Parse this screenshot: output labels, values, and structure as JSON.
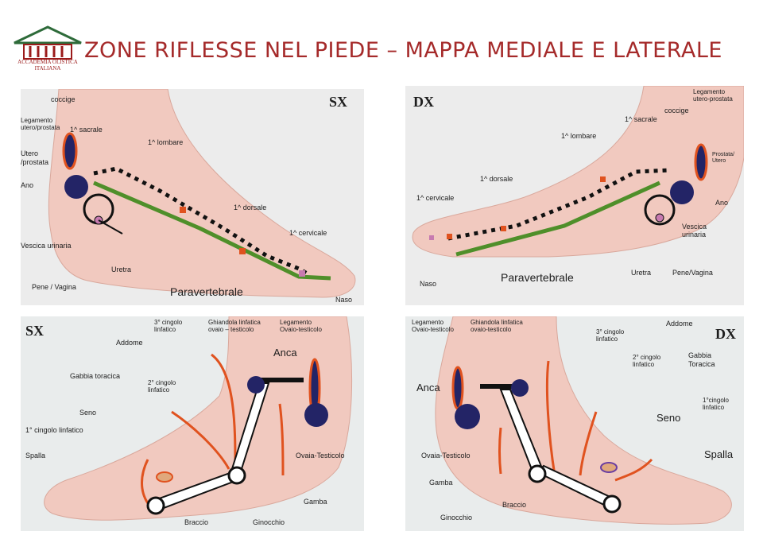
{
  "header": {
    "title": "ZONE RIFLESSE NEL PIEDE – MAPPA MEDIALE E LATERALE",
    "logo_line1": "ACCADEMIA OLISTICA",
    "logo_line2": "ITALIANA"
  },
  "colors": {
    "title": "#a52a2a",
    "skin": "#f1c9bf",
    "green": "#4f8f2a",
    "red": "#e0521f",
    "navy": "#232466"
  },
  "panels": {
    "tl": {
      "side": "SX",
      "labels": {
        "coccige": "coccige",
        "legamento": "Legamento",
        "legamento2": "utero/prostata",
        "sacrale": "1^ sacrale",
        "lombare": "1^ lombare",
        "utero": "Utero",
        "utero2": "/prostata",
        "ano": "Ano",
        "dorsale": "1^ dorsale",
        "cervicale": "1^ cervicale",
        "vescica": "Vescica urinaria",
        "uretra": "Uretra",
        "pene": "Pene / Vagina",
        "paravertebrale": "Paravertebrale",
        "naso": "Naso"
      }
    },
    "tr": {
      "side": "DX",
      "labels": {
        "legamento": "Legamento",
        "legamento2": "utero-prostata",
        "coccige": "coccige",
        "sacrale": "1^ sacrale",
        "lombare": "1^ lombare",
        "prostata": "Prostata/",
        "prostata2": "Utero",
        "dorsale": "1^ dorsale",
        "cervicale": "1^ cervicale",
        "ano": "Ano",
        "vescica": "Vescica",
        "vescica2": "urinaria",
        "naso": "Naso",
        "paravertebrale": "Paravertebrale",
        "uretra": "Uretra",
        "pene": "Pene/Vagina"
      }
    },
    "bl": {
      "side": "SX",
      "labels": {
        "cingolo3": "3° cingolo",
        "cingolo3b": "linfatico",
        "ghiandola": "Ghiandola linfatica",
        "ghiandola2": "ovaio – testicolo",
        "legamento": "Legamento",
        "legamento2": "Ovaio-testicolo",
        "addome": "Addome",
        "anca": "Anca",
        "gabbia": "Gabbia toracica",
        "cingolo2": "2° cingolo",
        "cingolo2b": "linfatico",
        "seno": "Seno",
        "cingolo1": "1° cingolo linfatico",
        "spalla": "Spalla",
        "ovaia": "Ovaia-Testicolo",
        "gamba": "Gamba",
        "braccio": "Braccio",
        "ginocchio": "Ginocchio"
      }
    },
    "br": {
      "side": "DX",
      "labels": {
        "legamento": "Legamento",
        "legamento2": "Ovaio-testicolo",
        "ghiandola": "Ghiandola linfatica",
        "ghiandola2": "ovaio-testicolo",
        "cingolo3": "3° cingolo",
        "cingolo3b": "linfatico",
        "addome": "Addome",
        "cingolo2": "2° cingolo",
        "cingolo2b": "linfatico",
        "gabbia": "Gabbia",
        "gabbia2": "Toracica",
        "anca": "Anca",
        "cingolo1": "1°cingolo",
        "cingolo1b": "linfatico",
        "seno": "Seno",
        "ovaia": "Ovaia-Testicolo",
        "spalla": "Spalla",
        "gamba": "Gamba",
        "braccio": "Braccio",
        "ginocchio": "Ginocchio"
      }
    }
  }
}
